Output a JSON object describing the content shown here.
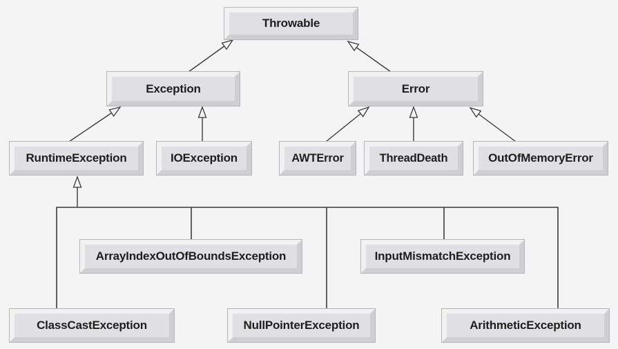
{
  "diagram": {
    "type": "uml-class-hierarchy",
    "subject": "Java Throwable class hierarchy",
    "nodes": {
      "throwable": {
        "label": "Throwable"
      },
      "exception": {
        "label": "Exception"
      },
      "error": {
        "label": "Error"
      },
      "runtime": {
        "label": "RuntimeException"
      },
      "ioexception": {
        "label": "IOException"
      },
      "awterror": {
        "label": "AWTError"
      },
      "threaddeath": {
        "label": "ThreadDeath"
      },
      "outofmemory": {
        "label": "OutOfMemoryError"
      },
      "arrayindex": {
        "label": "ArrayIndexOutOfBoundsException"
      },
      "inputmismatch": {
        "label": "InputMismatchException"
      },
      "classcast": {
        "label": "ClassCastException"
      },
      "nullpointer": {
        "label": "NullPointerException"
      },
      "arithmetic": {
        "label": "ArithmeticException"
      }
    },
    "edges": [
      {
        "from": "Exception",
        "to": "Throwable",
        "relation": "extends"
      },
      {
        "from": "Error",
        "to": "Throwable",
        "relation": "extends"
      },
      {
        "from": "RuntimeException",
        "to": "Exception",
        "relation": "extends"
      },
      {
        "from": "IOException",
        "to": "Exception",
        "relation": "extends"
      },
      {
        "from": "AWTError",
        "to": "Error",
        "relation": "extends"
      },
      {
        "from": "ThreadDeath",
        "to": "Error",
        "relation": "extends"
      },
      {
        "from": "OutOfMemoryError",
        "to": "Error",
        "relation": "extends"
      },
      {
        "from": "ArrayIndexOutOfBoundsException",
        "to": "RuntimeException",
        "relation": "extends"
      },
      {
        "from": "InputMismatchException",
        "to": "RuntimeException",
        "relation": "extends"
      },
      {
        "from": "ClassCastException",
        "to": "RuntimeException",
        "relation": "extends"
      },
      {
        "from": "NullPointerException",
        "to": "RuntimeException",
        "relation": "extends"
      },
      {
        "from": "ArithmeticException",
        "to": "RuntimeException",
        "relation": "extends"
      }
    ],
    "colors": {
      "background": "#f4f4f5",
      "box_fill": "#e0e0e2",
      "bevel_light": "#f1f1f2",
      "bevel_dark": "#cfcfd2",
      "line": "#3a3a3a",
      "text": "#1e1e1e"
    }
  }
}
